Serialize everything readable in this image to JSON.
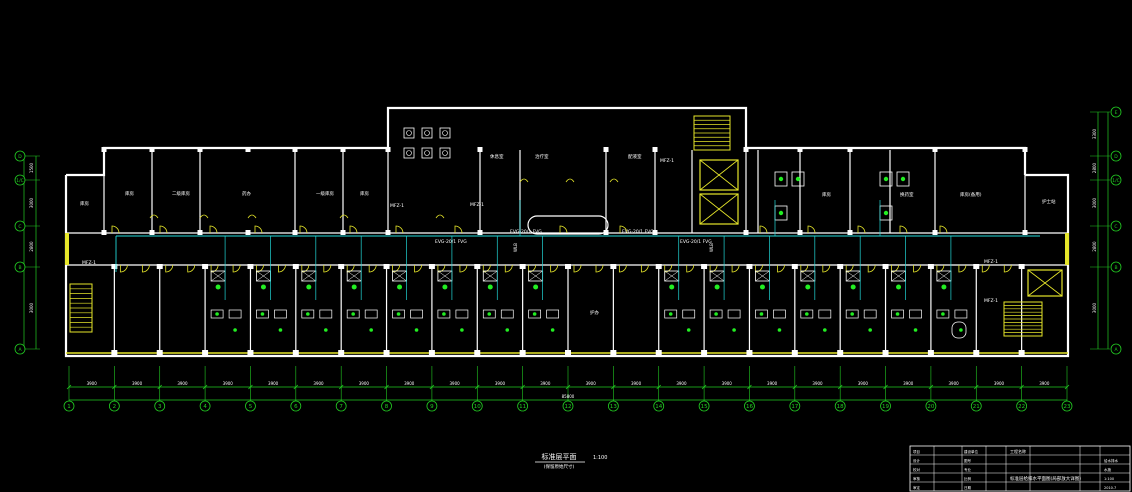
{
  "drawing": {
    "title": "标准层平面",
    "scale": "1:100",
    "subtitle": "(保留原始尺寸)"
  },
  "colors": {
    "background": "#000000",
    "wall": "#ffffff",
    "axis": "#22cc22",
    "dimension": "#22cc22",
    "pipe": "#22d8d8",
    "door": "#e6e62a",
    "equipment": "#ffff66",
    "fixture": "#22ee22",
    "titleblock": "#ffffff"
  },
  "axes": {
    "columns": [
      "1",
      "2",
      "3",
      "4",
      "5",
      "6",
      "7",
      "8",
      "9",
      "10",
      "11",
      "12",
      "13",
      "14",
      "15",
      "16",
      "17",
      "18",
      "19",
      "20",
      "21",
      "22",
      "23"
    ],
    "rows_left": [
      "D",
      "1/C",
      "C",
      "B",
      "A"
    ],
    "rows_right": [
      "E",
      "D",
      "1/C",
      "C",
      "B",
      "A"
    ]
  },
  "dimensions": {
    "bays": [
      "3900",
      "3900",
      "3900",
      "3900",
      "3900",
      "3900",
      "3900",
      "3900",
      "3900",
      "3900",
      "3900",
      "3900",
      "3900",
      "3900",
      "3900",
      "3900",
      "3900",
      "3900",
      "3900",
      "3900",
      "3900",
      "3900"
    ],
    "total": "85800",
    "left": [
      "1500",
      "3000",
      "2800",
      "3000"
    ],
    "right": [
      "3300",
      "2800",
      "3000",
      "2800",
      "3000"
    ]
  },
  "labels": {
    "rooms": [
      "库房",
      "库房",
      "二级库房",
      "药办",
      "一级库房",
      "库房",
      "休息室",
      "治疗室",
      "配液室",
      "护办",
      "库房(备用)",
      "库房",
      "换药室",
      "护士站"
    ],
    "tags": [
      "MFZ-1",
      "MFZ-1",
      "MFZ-1",
      "MFZ-1",
      "MFZ-1",
      "MFZ-1"
    ],
    "pipes": [
      "EVG-20/1 FVG",
      "EVG-20/1 FVG",
      "EVG-20/1 FVG",
      "EVG-20/1 FVG"
    ],
    "risers": [
      "WLB",
      "WLB"
    ]
  },
  "titleblock": {
    "project_label": "工程名称",
    "drawing_name": "标准层给排水平面图(局部放大详图)",
    "rows": [
      "项目",
      "设计",
      "校对",
      "审核",
      "审定"
    ],
    "cols": [
      "建设单位",
      "图号",
      "专业",
      "比例",
      "日期"
    ],
    "values": [
      "给水排水",
      "水施",
      "1:100",
      "2010.7"
    ]
  }
}
